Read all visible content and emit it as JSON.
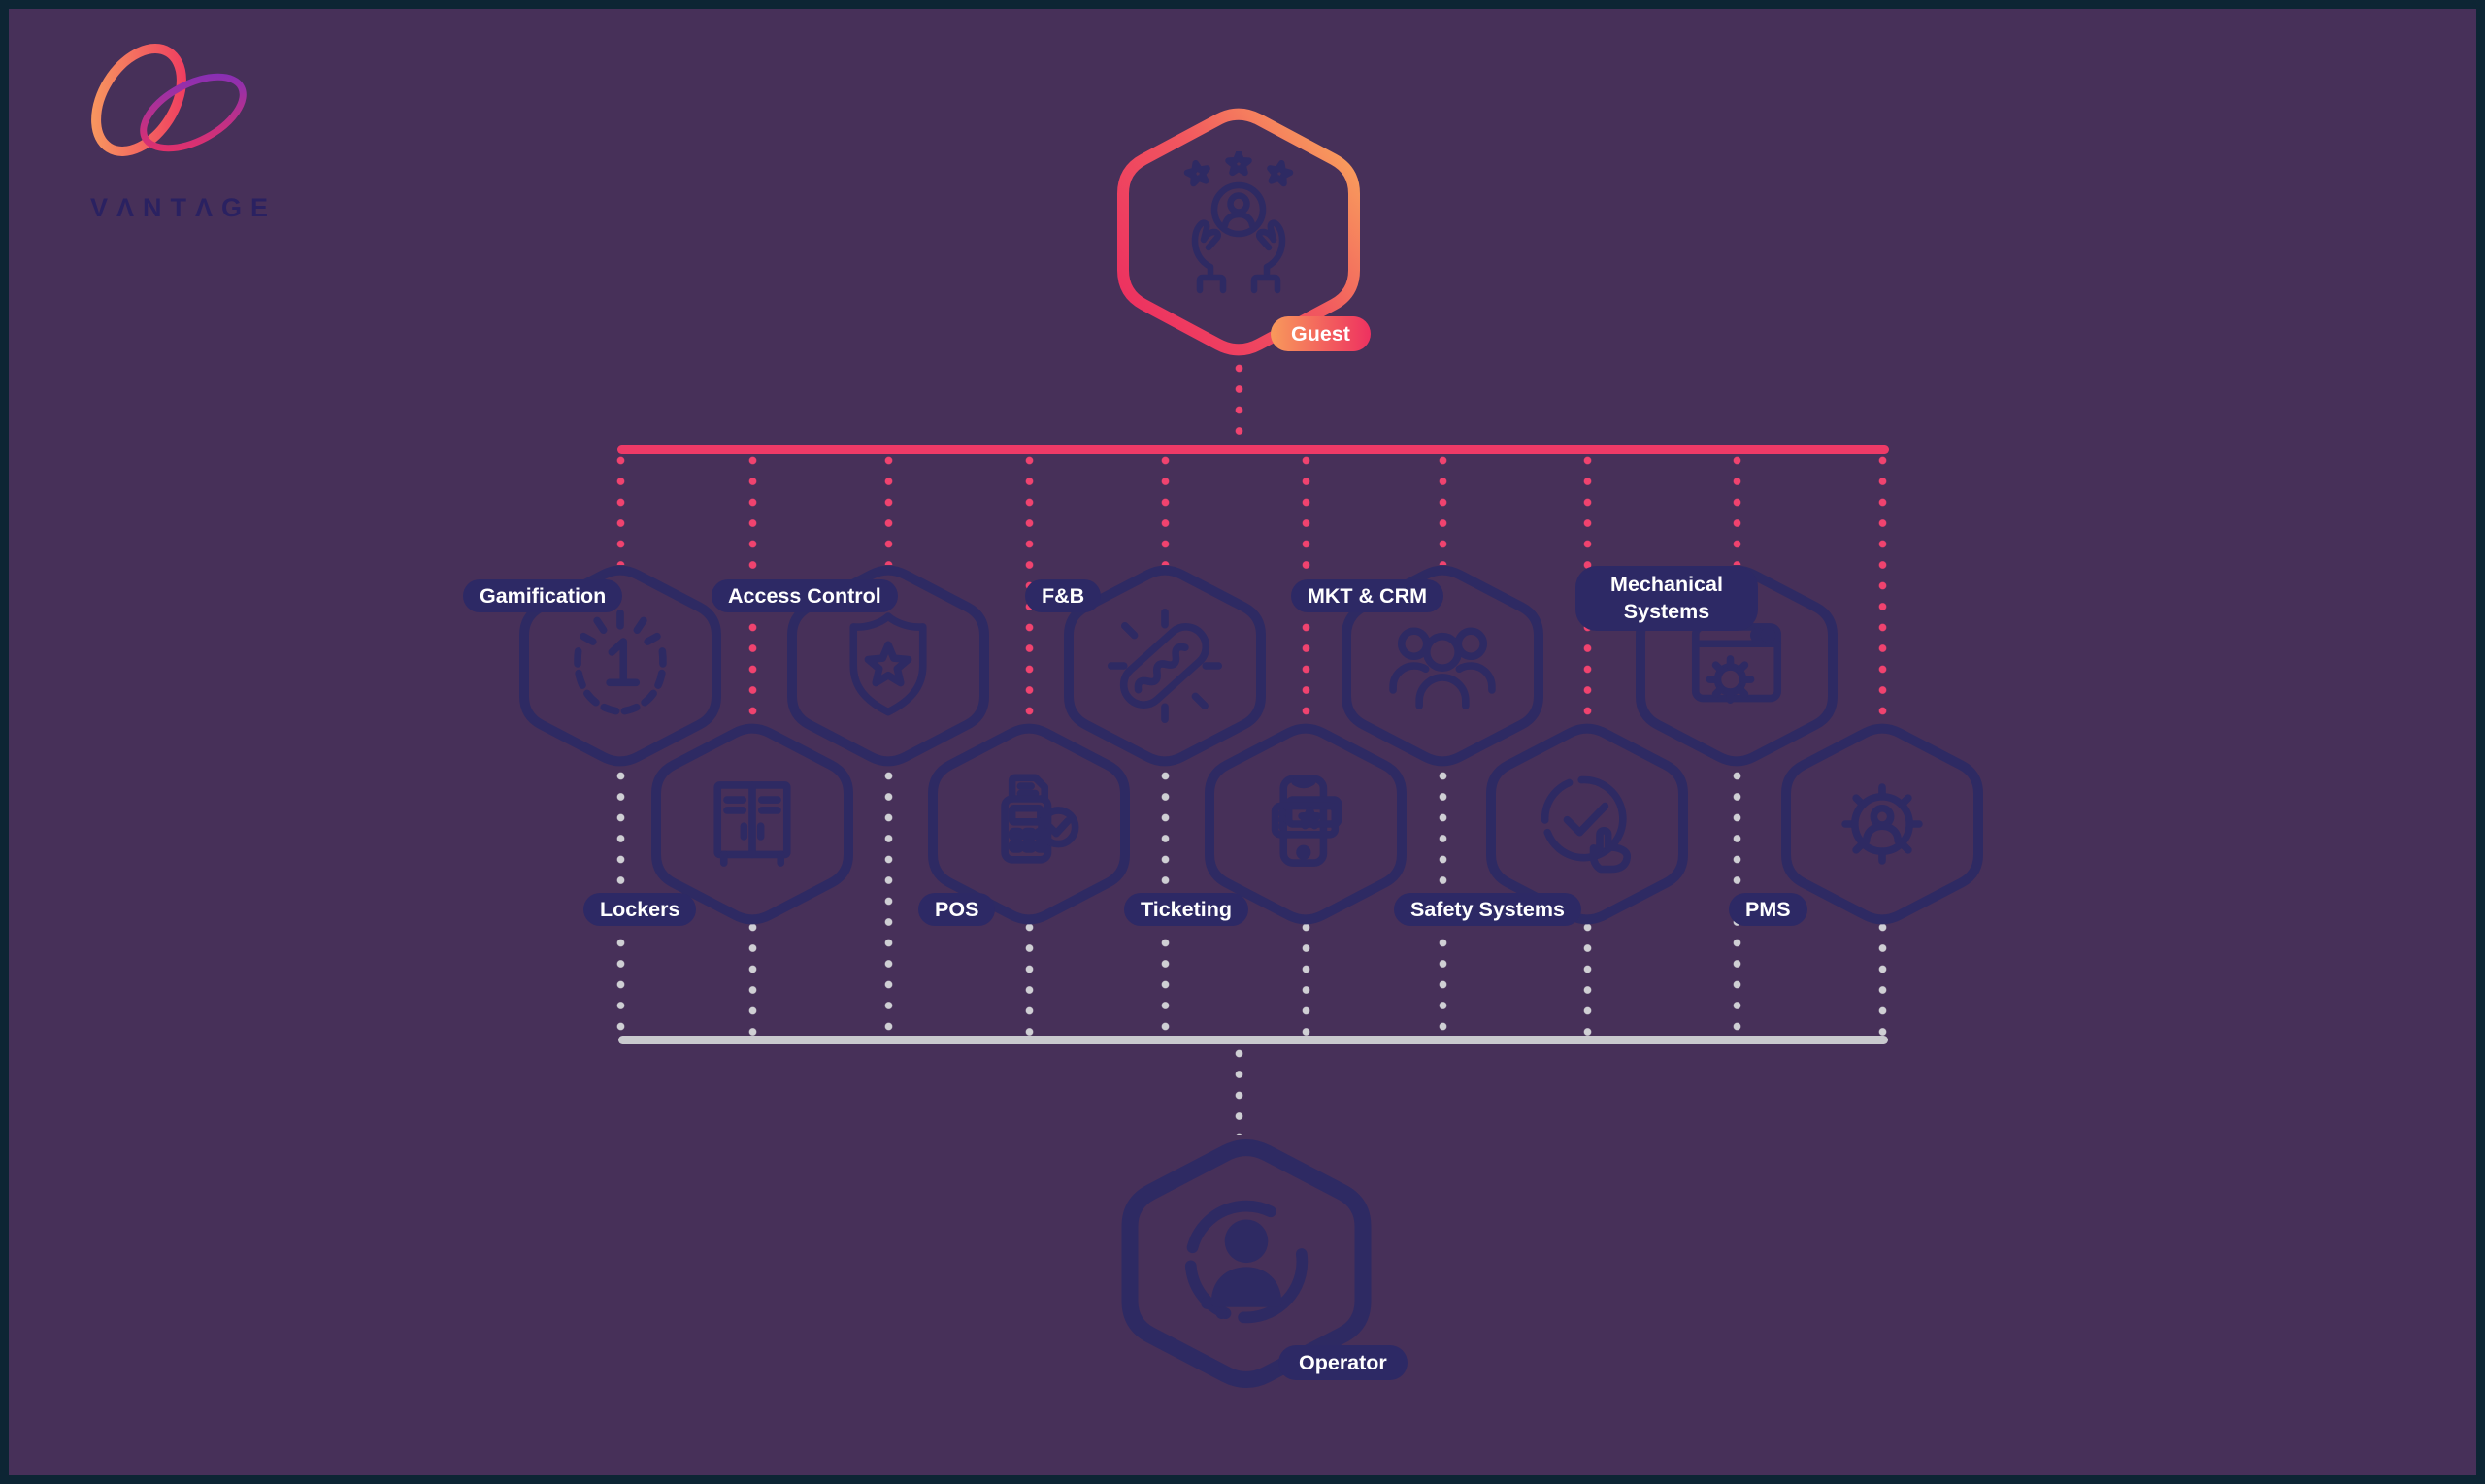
{
  "brand": {
    "name": "VΛNTΛGE",
    "logo_icon": "infinity-knot-logo"
  },
  "diagram": {
    "guest": {
      "label": "Guest",
      "icon": "hands-holding-guest-icon"
    },
    "operator": {
      "label": "Operator",
      "icon": "operator-person-icon"
    },
    "systems_top": [
      {
        "label": "Gamification",
        "icon": "laurel-first-place-icon"
      },
      {
        "label": "Access Control",
        "icon": "shield-star-icon"
      },
      {
        "label": "F&B",
        "icon": "hot-dog-icon"
      },
      {
        "label": "MKT & CRM",
        "icon": "people-group-icon"
      },
      {
        "label": "Mechanical Systems",
        "icon": "window-gear-icon"
      }
    ],
    "systems_bottom": [
      {
        "label": "Lockers",
        "icon": "lockers-icon"
      },
      {
        "label": "POS",
        "icon": "payment-terminal-check-icon"
      },
      {
        "label": "Ticketing",
        "icon": "mobile-ticket-icon"
      },
      {
        "label": "Safety Systems",
        "icon": "safety-check-hand-icon"
      },
      {
        "label": "PMS",
        "icon": "gear-person-icon"
      }
    ]
  },
  "colors": {
    "background": "#473059",
    "frame": "#0d2534",
    "navy": "#2e2a63",
    "pink_line": "#ee3a67",
    "pink_dot": "#f0436f",
    "gray_line": "#c9c9ce",
    "gray_dot": "#cfcfd4",
    "gradient_orange": "#f89a5b",
    "gradient_pink": "#ee3160",
    "gradient_purple": "#8b34a8"
  }
}
